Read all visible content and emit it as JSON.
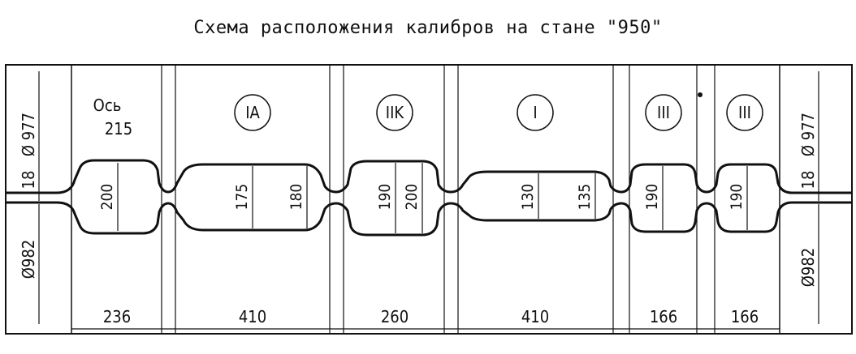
{
  "title": "Схема расположения калибров на стане \"950\"",
  "top_roll_diameter": "Ø 977",
  "bottom_roll_diameter": "Ø982",
  "gap": "18",
  "axis_label": "Ось",
  "axis_value": "215",
  "passes": [
    {
      "label": "IA",
      "heights": [
        "175",
        "180"
      ],
      "width": "410"
    },
    {
      "label": "IIK",
      "heights": [
        "190",
        "200"
      ],
      "width": "260"
    },
    {
      "label": "I",
      "heights": [
        "130",
        "135"
      ],
      "width": "410"
    },
    {
      "label": "III",
      "heights": [
        "190"
      ],
      "width": "166"
    },
    {
      "label": "III",
      "heights": [
        "190"
      ],
      "width": "166"
    }
  ],
  "first_groove": {
    "height": "200",
    "width": "236"
  }
}
